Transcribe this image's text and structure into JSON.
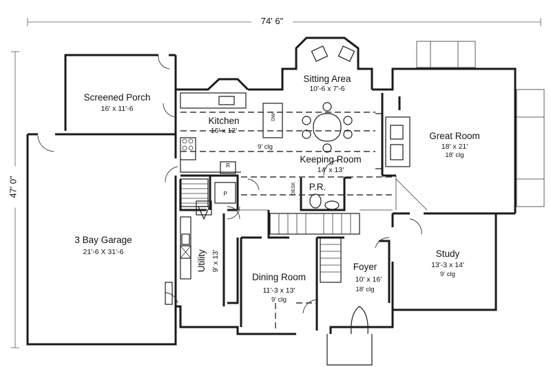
{
  "dimensions": {
    "width": "74' 6\"",
    "height": "47' 0\""
  },
  "rooms": {
    "screened_porch": {
      "name": "Screened Porch",
      "size": "16' x 11'-6"
    },
    "sitting_area": {
      "name": "Sitting Area",
      "size": "10'-6 x 7'-6"
    },
    "kitchen": {
      "name": "Kitchen",
      "size": "16' x 12'",
      "ceiling": "9' clg"
    },
    "keeping_room": {
      "name": "Keeping Room",
      "size": "14' x 13'"
    },
    "great_room": {
      "name": "Great Room",
      "size": "18' x 21'",
      "ceiling": "18' clg"
    },
    "garage": {
      "name": "3 Bay Garage",
      "size": "21'-6 X 31'-6"
    },
    "pr": {
      "name": "P.R."
    },
    "utility": {
      "name": "Utility",
      "size": "9' x 13'"
    },
    "dining_room": {
      "name": "Dining Room",
      "size": "11'-3 x 13'",
      "ceiling": "9' clg"
    },
    "foyer": {
      "name": "Foyer",
      "size": "10' x 16'",
      "ceiling": "18' clg"
    },
    "study": {
      "name": "Study",
      "size": "13'-3 x 14'",
      "ceiling": "9' clg"
    }
  },
  "fixtures": {
    "dw": "DW",
    "desk": "DESK",
    "pantry": "P",
    "fridge": "R"
  }
}
